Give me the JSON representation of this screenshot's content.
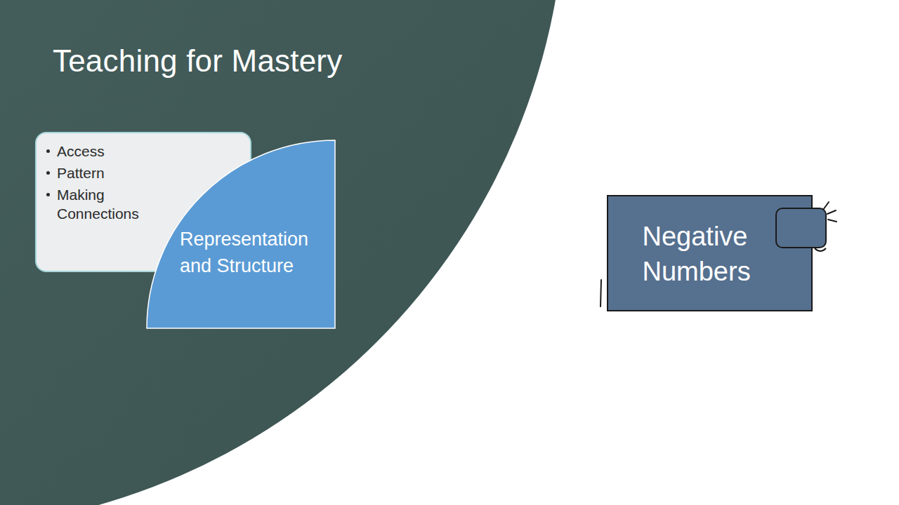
{
  "diagram": {
    "title": "Teaching for Mastery",
    "nodes": [
      {
        "text": [
          "Access",
          "Pattern",
          "Making Connections"
        ]
      },
      {
        "text": [
          "Representation and Structure"
        ]
      },
      {
        "text": [
          "Negative Numbers"
        ]
      }
    ]
  }
}
